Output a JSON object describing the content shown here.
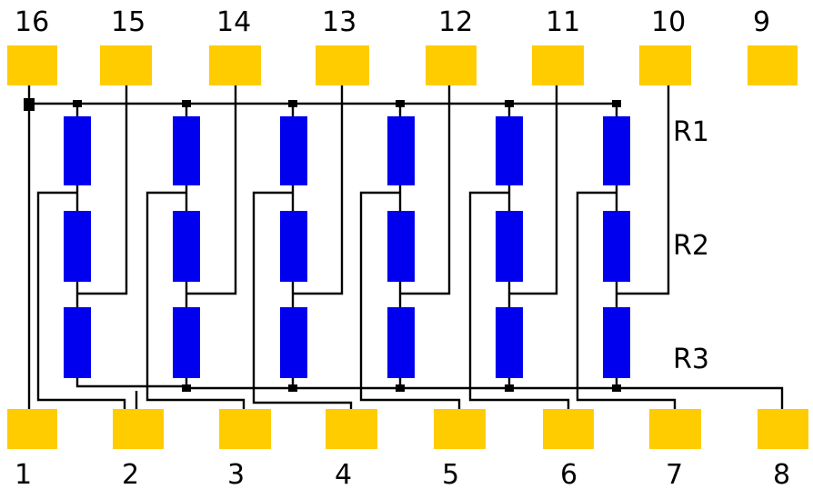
{
  "diagram": {
    "top_pins": [
      "16",
      "15",
      "14",
      "13",
      "12",
      "11",
      "10",
      "9"
    ],
    "bottom_pins": [
      "1",
      "2",
      "3",
      "4",
      "5",
      "6",
      "7",
      "8"
    ],
    "resistor_labels": [
      "R1",
      "R2",
      "R3"
    ],
    "columns": 6,
    "colors": {
      "pad": "#ffcc00",
      "resistor": "#0000ee",
      "wire": "#000000",
      "background": "#ffffff"
    }
  }
}
